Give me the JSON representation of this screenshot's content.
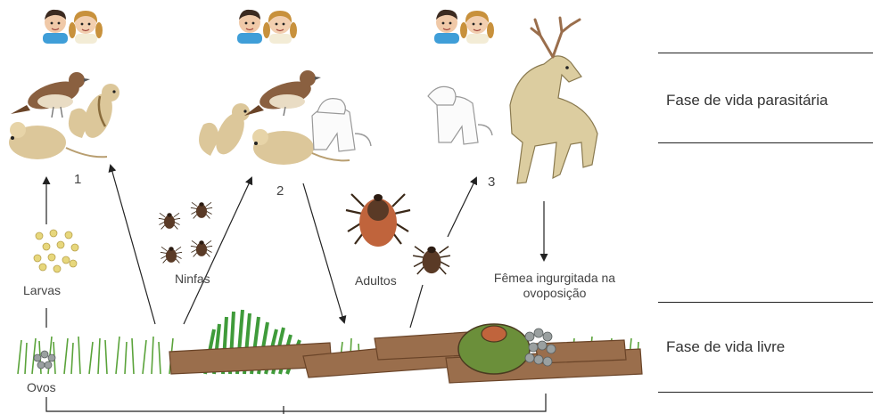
{
  "stages": {
    "one": "1",
    "two": "2",
    "three": "3"
  },
  "labels": {
    "larvas": "Larvas",
    "ninfas": "Ninfas",
    "adultos": "Adultos",
    "femea": "Fêmea ingurgitada na ovoposição",
    "ovos": "Ovos"
  },
  "phases": {
    "parasitic": "Fase de vida parasitária",
    "free": "Fase de vida livre"
  },
  "colors": {
    "tick_body": "#c0643c",
    "tick_dark": "#5a3a26",
    "grass": "#5aa33a",
    "log": "#9a6e4c",
    "deer": "#dccda0",
    "rodent": "#dcc79a",
    "bird": "#8a6040",
    "egg": "#9aa0a0",
    "larva": "#e7d77c"
  },
  "icons": [
    "children-icon",
    "bird-icon",
    "squirrel-icon",
    "mouse-icon",
    "dog-icon",
    "deer-icon",
    "tick-icon",
    "grass-icon",
    "log-icon",
    "eggs-icon"
  ]
}
